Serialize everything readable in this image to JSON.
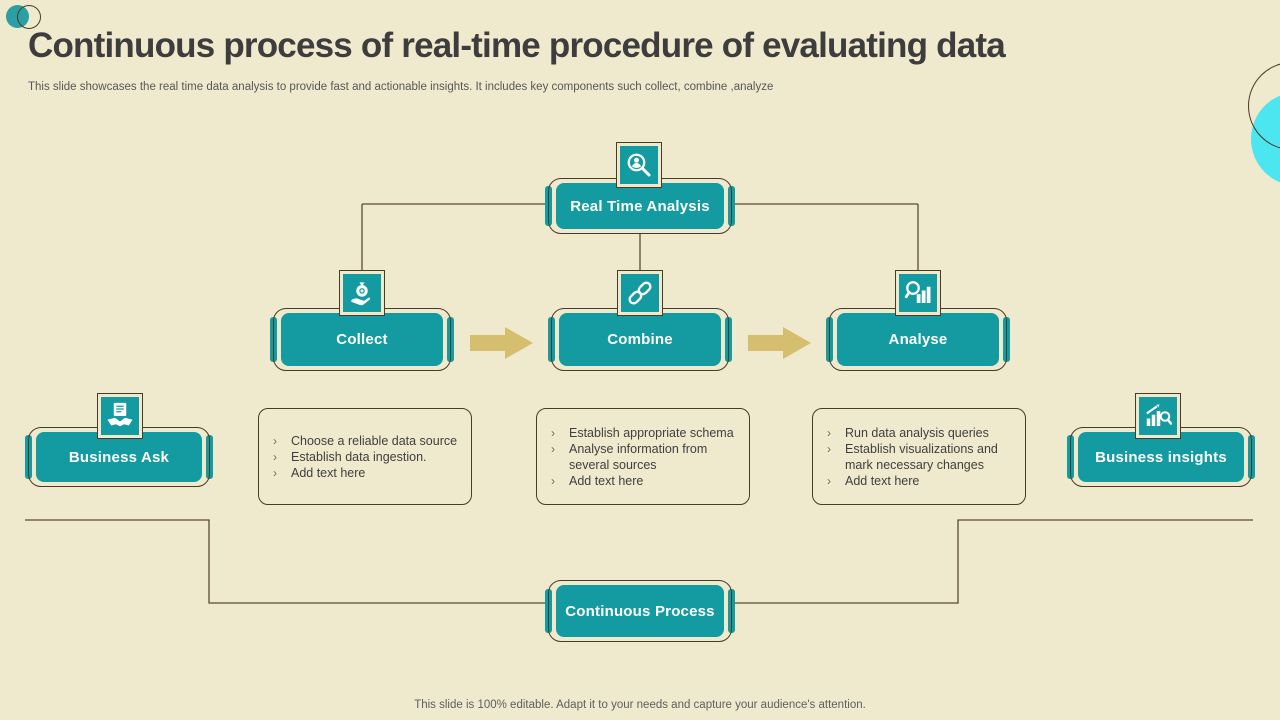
{
  "slide": {
    "title": "Continuous process of real-time procedure of evaluating data",
    "subtitle": "This slide showcases the real time  data  analysis to provide fast and actionable insights.  It  includes key components such collect, combine  ,analyze",
    "footer": "This slide is 100% editable.  Adapt it to your needs and capture your audience's attention."
  },
  "colors": {
    "background": "#EFE9CD",
    "teal": "#149BA1",
    "outline": "#4A3B26",
    "arrow": "#D5BF6E",
    "cyan_accent": "#4BE6F0",
    "title_text": "#3D3D3D",
    "body_text": "#3F3F3F"
  },
  "nodes": {
    "real_time_analysis": {
      "label": "Real Time Analysis",
      "icon": "person-search-icon"
    },
    "collect": {
      "label": "Collect",
      "icon": "hand-money-bag-icon"
    },
    "combine": {
      "label": "Combine",
      "icon": "chain-link-icon"
    },
    "analyse": {
      "label": "Analyse",
      "icon": "magnifier-bar-chart-icon"
    },
    "business_ask": {
      "label": "Business Ask",
      "icon": "document-handshake-icon"
    },
    "business_insights": {
      "label": "Business insights",
      "icon": "chart-trend-magnifier-icon"
    },
    "continuous_process": {
      "label": "Continuous Process"
    }
  },
  "details": {
    "collect": [
      "Choose  a  reliable  data source",
      "Establish data  ingestion.",
      "Add text here"
    ],
    "combine": [
      "Establish appropriate  schema",
      "Analyse information  from several  sources",
      "Add text here"
    ],
    "analyse": [
      "Run  data  analysis  queries",
      "Establish visualizations  and mark necessary changes",
      "Add text here"
    ]
  }
}
